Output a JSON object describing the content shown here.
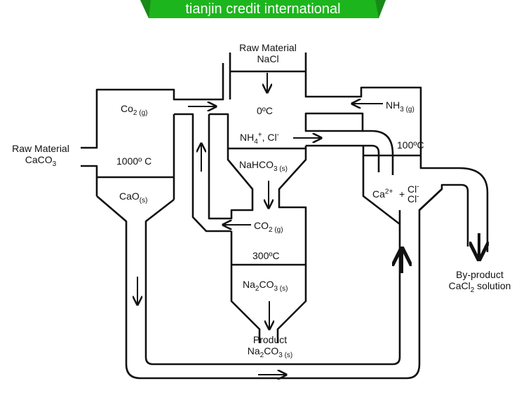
{
  "banner": {
    "text": "tianjin credit international",
    "color": "#1db51d",
    "dark_color": "#178a17"
  },
  "diagram": {
    "title": "Solvay process (ammonia-soda process) flow diagram",
    "stroke_color": "#111111",
    "units": {
      "lime_kiln": {
        "top_label": {
          "main": "Co",
          "sub": "2 (g)"
        },
        "temp": "1000º C",
        "bottom_label": {
          "main": "CaO",
          "sub": "(s)"
        }
      },
      "carbonation_tower": {
        "input_label": [
          "Raw Material",
          "NaCl"
        ],
        "temp": "0ºC",
        "mid_label": {
          "main": "NH",
          "sub": "4",
          "sup": "+",
          "rest": ", Cl",
          "sup2": "-"
        },
        "bottom_label": {
          "main": "NaHCO",
          "sub": "3 (s)"
        }
      },
      "calciner": {
        "gas_label": {
          "main": "CO",
          "sub": "2 (g)"
        },
        "temp": "300ºC",
        "bottom_label": {
          "main": "Na",
          "sub1": "2",
          "mid": "CO",
          "sub2": "3 (s)"
        }
      },
      "ammonia_recovery": {
        "gas_label": {
          "main": "NH",
          "sub": "3 (g)"
        },
        "temp": "100ºC",
        "ions_label": {
          "main": "Ca",
          "sup": "2+",
          "plus": "+",
          "cl1": "Cl",
          "cl2": "Cl",
          "sup_cl": "-"
        }
      }
    },
    "inputs": {
      "caco3": [
        "Raw Material",
        "CaCO",
        "3"
      ]
    },
    "outputs": {
      "product": [
        "Product",
        "Na",
        "2",
        "CO",
        "3 (s)"
      ],
      "byproduct": [
        "By-product",
        "CaCl",
        "2",
        " solution"
      ]
    }
  }
}
